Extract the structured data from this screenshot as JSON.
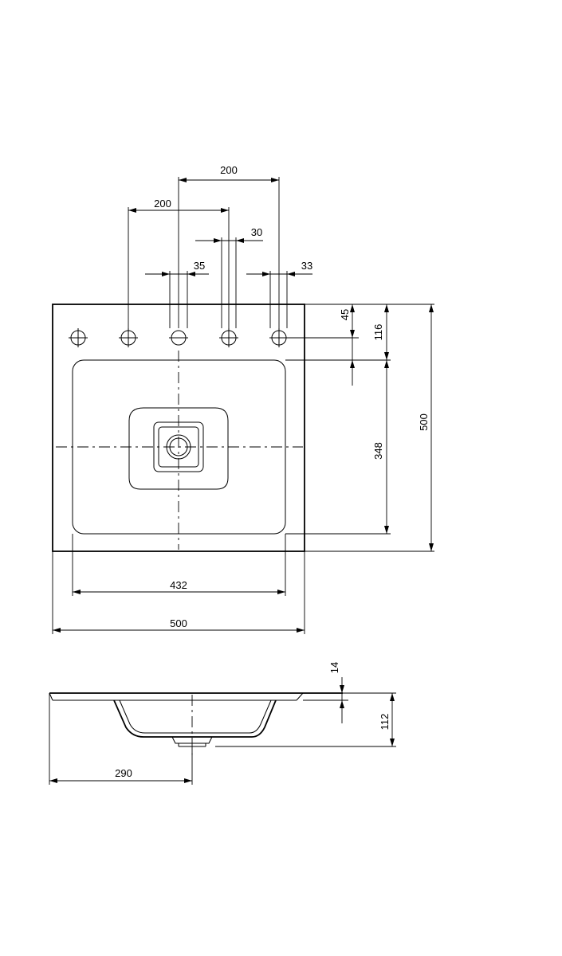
{
  "top_view": {
    "dimensions": {
      "overall_width": "500",
      "bowl_width": "432",
      "overall_depth": "500",
      "bowl_depth": "348",
      "back_to_bowl": "116",
      "back_to_hole": "45",
      "hole_spacing_left": "200",
      "hole_spacing_right": "200",
      "hole_30": "30",
      "hole_35": "35",
      "hole_33": "33"
    }
  },
  "side_view": {
    "dimensions": {
      "drain_offset": "290",
      "deck_thickness": "14",
      "total_height": "112"
    }
  }
}
